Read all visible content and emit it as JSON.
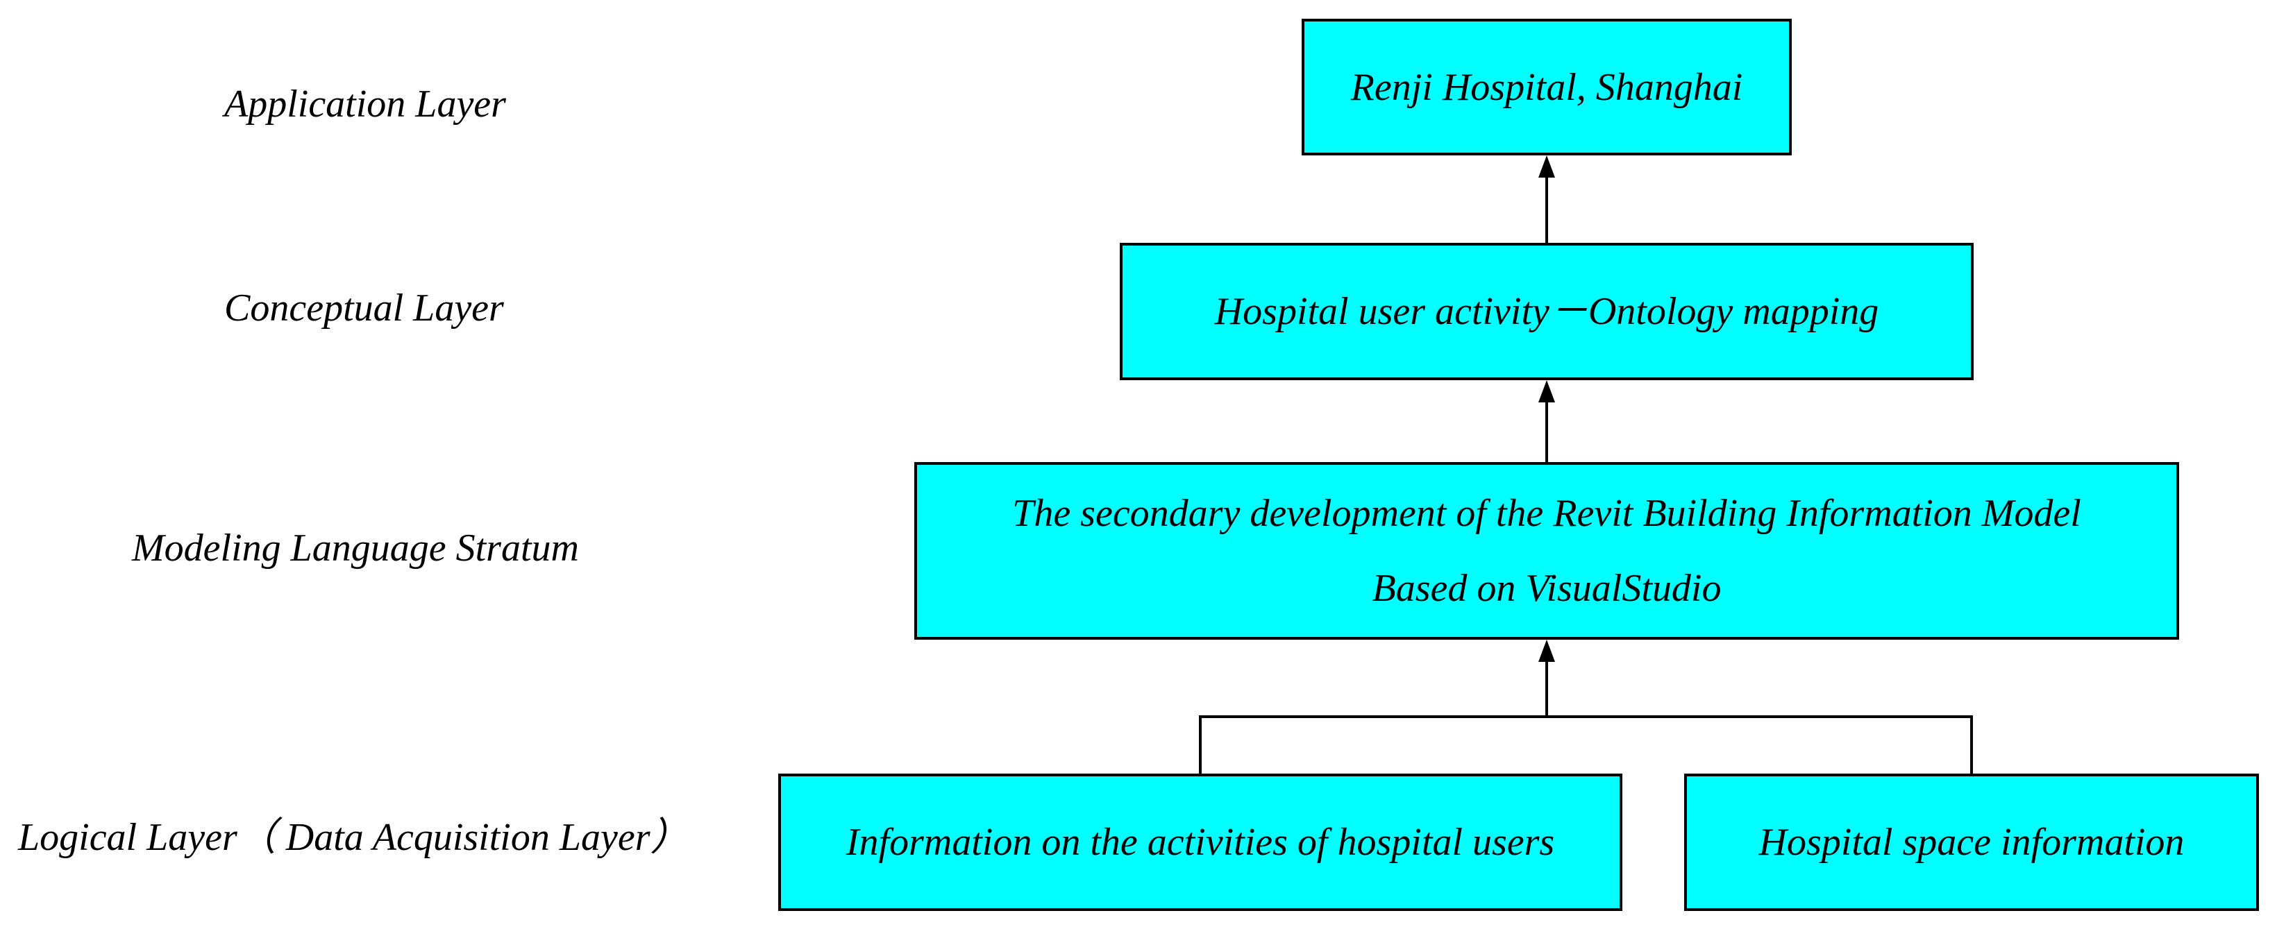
{
  "layers": {
    "application": "Application Layer",
    "conceptual": "Conceptual Layer",
    "modeling": "Modeling Language Stratum",
    "logical": "Logical Layer（ Data Acquisition Layer）"
  },
  "boxes": {
    "application": "Renji Hospital, Shanghai",
    "conceptual": "Hospital user activity－Ontology mapping",
    "modeling_line1": "The secondary development of the Revit Building Information Model",
    "modeling_line2": "Based on VisualStudio",
    "logical_left": "Information on the activities of hospital users",
    "logical_right": "Hospital space information"
  },
  "colors": {
    "box_fill": "#00ffff",
    "stroke": "#000000",
    "background": "#ffffff"
  }
}
